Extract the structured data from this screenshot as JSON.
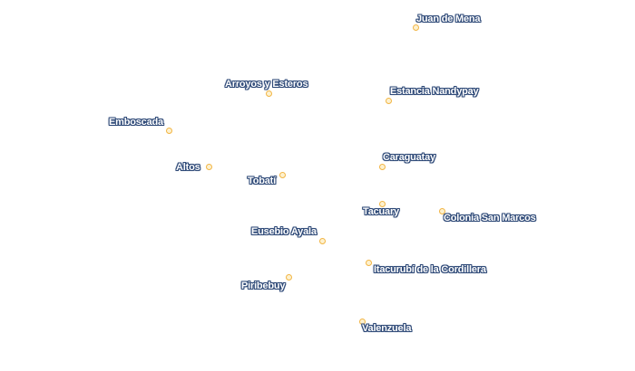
{
  "map": {
    "places": [
      {
        "id": "juan-de-mena",
        "name": "Juan de Mena"
      },
      {
        "id": "arroyos-y-esteros",
        "name": "Arroyos y Esteros"
      },
      {
        "id": "estancia-nandypay",
        "name": "Estancia Nandypay"
      },
      {
        "id": "emboscada",
        "name": "Emboscada"
      },
      {
        "id": "caraguatay",
        "name": "Caraguatay"
      },
      {
        "id": "altos",
        "name": "Altos"
      },
      {
        "id": "tobati",
        "name": "Tobatí"
      },
      {
        "id": "tacuary",
        "name": "Tacuary"
      },
      {
        "id": "colonia-san-marcos",
        "name": "Colonia San Marcos"
      },
      {
        "id": "eusebio-ayala",
        "name": "Eusebio Ayala"
      },
      {
        "id": "itacurubi-de-la-cordillera",
        "name": "Itacurubí de la Cordillera"
      },
      {
        "id": "piribebuy",
        "name": "Piribebuy"
      },
      {
        "id": "valenzuela",
        "name": "Valenzuela"
      }
    ],
    "colors": {
      "marker_stroke": "#f2b544",
      "marker_fill": "#fdf1cf",
      "label_text": "#ffffff",
      "label_halo": "#2f4a78",
      "background": "#ffffff"
    }
  }
}
